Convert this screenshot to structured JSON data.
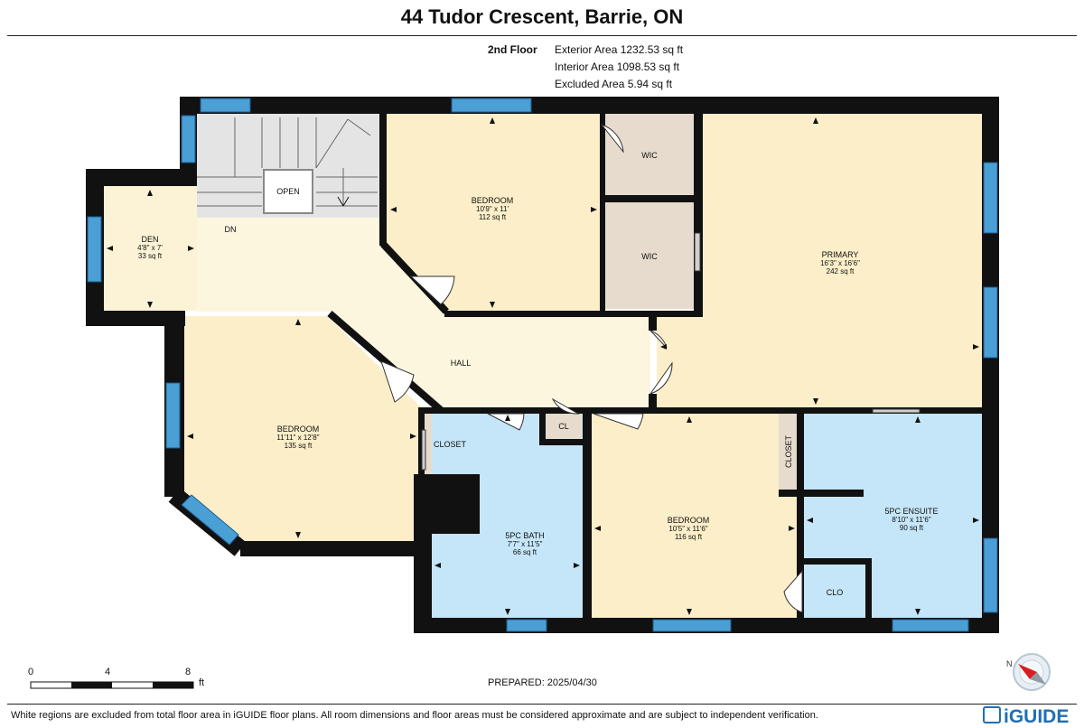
{
  "header": {
    "title": "44 Tudor Crescent, Barrie, ON",
    "floor": "2nd Floor",
    "exterior_area": "Exterior Area 1232.53 sq ft",
    "interior_area": "Interior Area 1098.53 sq ft",
    "excluded_area": "Excluded Area 5.94 sq ft"
  },
  "rooms": {
    "den": {
      "name": "DEN",
      "dims": "4'8\" x 7'",
      "area": "33 sq ft"
    },
    "bedroom_top": {
      "name": "BEDROOM",
      "dims": "10'9\" x 11'",
      "area": "112 sq ft"
    },
    "primary": {
      "name": "PRIMARY",
      "dims": "16'3\" x 16'6\"",
      "area": "242 sq ft"
    },
    "bedroom_left": {
      "name": "BEDROOM",
      "dims": "11'11\" x 12'8\"",
      "area": "135 sq ft"
    },
    "bath": {
      "name": "5PC BATH",
      "dims": "7'7\" x 11'5\"",
      "area": "66 sq ft"
    },
    "bedroom_mid": {
      "name": "BEDROOM",
      "dims": "10'5\" x 11'6\"",
      "area": "116 sq ft"
    },
    "ensuite": {
      "name": "5PC ENSUITE",
      "dims": "8'10\" x 11'6\"",
      "area": "90 sq ft"
    }
  },
  "labels": {
    "wic1": "WIC",
    "wic2": "WIC",
    "open": "OPEN",
    "dn": "DN",
    "hall": "HALL",
    "closet_left": "CLOSET",
    "cl": "CL",
    "closet_vertical": "CLOSET",
    "clo": "CLO"
  },
  "scale": {
    "tick0": "0",
    "tick4": "4",
    "tick8": "8",
    "unit": "ft"
  },
  "compass": {
    "north": "N"
  },
  "prepared": "PREPARED: 2025/04/30",
  "footer": {
    "note": "White regions are excluded from total floor area in iGUIDE floor plans. All room dimensions and floor areas must be considered approximate and are subject to independent verification.",
    "brand": "iGUIDE"
  },
  "colors": {
    "wall": "#111111",
    "bedroom_fill": "#fbeec8",
    "hall_fill": "#fcf6df",
    "bath_fill": "#c5e5f8",
    "closet_fill": "#e6dbcc",
    "stair_fill": "#e4e4e4",
    "window": "#4a9fd4",
    "brand": "#1f6fb5"
  }
}
